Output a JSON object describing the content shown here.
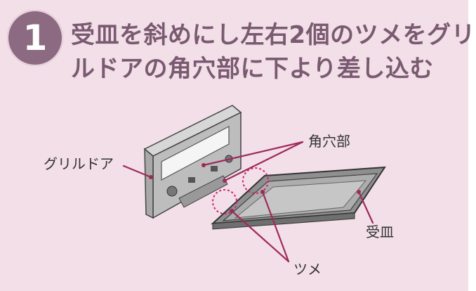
{
  "step": {
    "number": "1"
  },
  "title": {
    "line1": "受皿を斜めにし左右2個のツメをグリ",
    "line2": "ルドアの角穴部に下より差し込む"
  },
  "labels": {
    "grill_door": "グリルドア",
    "square_hole": "角穴部",
    "tray": "受皿",
    "tabs": "ツメ"
  },
  "colors": {
    "panel_background": "#f2dfe8",
    "badge": "#8c6a82",
    "title_text": "#7a5a70",
    "callout_line": "#9e2a5b"
  }
}
